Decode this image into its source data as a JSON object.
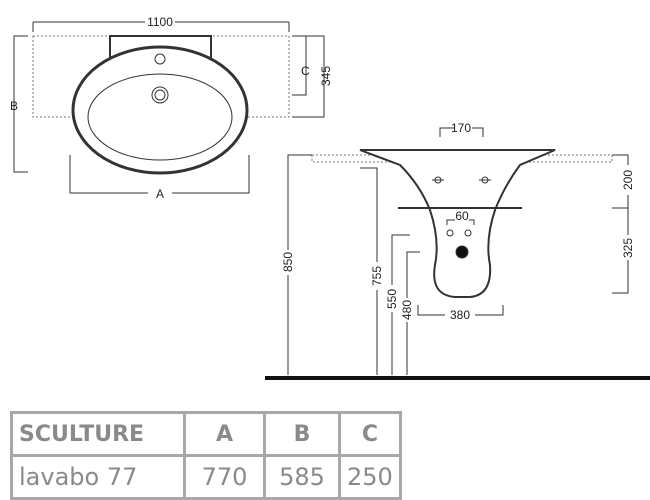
{
  "top_view": {
    "width_label": "1100",
    "b_label": "B",
    "c_label": "C",
    "depth_label": "345",
    "a_label": "A"
  },
  "side_view": {
    "top_label": "170",
    "upper_height_label": "200",
    "pedestal_height_label": "325",
    "holes_label": "60",
    "pedestal_width_label": "380",
    "total_height_label": "850",
    "rim_height_label": "755",
    "bowl_height_label": "550",
    "pedestal_low_label": "480"
  },
  "table": {
    "headers": [
      "SCULTURE",
      "A",
      "B",
      "C"
    ],
    "rows": [
      [
        "lavabo 77",
        "770",
        "585",
        "250"
      ]
    ]
  }
}
